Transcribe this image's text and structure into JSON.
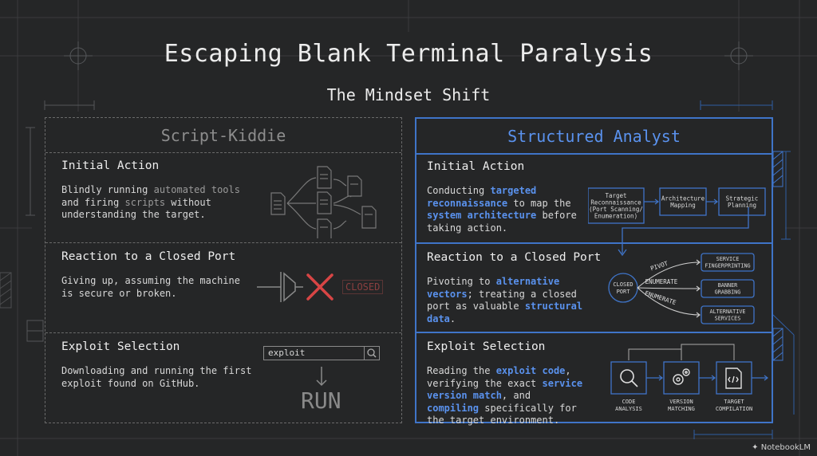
{
  "title": "Escaping Blank Terminal Paralysis",
  "subtitle": "The Mindset Shift",
  "left": {
    "heading": "Script-Kiddie",
    "sections": [
      {
        "title": "Initial Action",
        "body": [
          {
            "t": "Blindly running ",
            "h": false
          },
          {
            "t": "automated tools",
            "h": true
          },
          {
            "t": " and firing ",
            "h": false
          },
          {
            "t": "scripts",
            "h": true
          },
          {
            "t": " without understanding the target.",
            "h": false
          }
        ]
      },
      {
        "title": "Reaction to a Closed Port",
        "body": [
          {
            "t": "Giving up, assuming the machine is secure or broken.",
            "h": false
          }
        ],
        "closed_label": "CLOSED"
      },
      {
        "title": "Exploit Selection",
        "body": [
          {
            "t": "Downloading and running the first exploit found on GitHub.",
            "h": false
          }
        ],
        "search_value": "exploit",
        "run_label": "RUN"
      }
    ]
  },
  "right": {
    "heading": "Structured Analyst",
    "sections": [
      {
        "title": "Initial Action",
        "body": [
          {
            "t": "Conducting ",
            "h": false
          },
          {
            "t": "targeted reconnaissance",
            "h": true
          },
          {
            "t": " to map the ",
            "h": false
          },
          {
            "t": "system architecture",
            "h": true
          },
          {
            "t": " before taking action.",
            "h": false
          }
        ],
        "flow": [
          [
            "Target",
            "Reconnaissance",
            "(Port Scanning/",
            "Enumeration)"
          ],
          [
            "Architecture",
            "Mapping"
          ],
          [
            "Strategic",
            "Planning"
          ]
        ]
      },
      {
        "title": "Reaction to a Closed Port",
        "body": [
          {
            "t": "Pivoting to ",
            "h": false
          },
          {
            "t": "alternative vectors",
            "h": true
          },
          {
            "t": "; treating a closed port as valuable ",
            "h": false
          },
          {
            "t": "structural data",
            "h": true
          },
          {
            "t": ".",
            "h": false
          }
        ],
        "node": [
          "CLOSED",
          "PORT"
        ],
        "edges": [
          "PIVOT",
          "ENUMERATE",
          "ENUMERATE"
        ],
        "targets": [
          [
            "SERVICE",
            "FINGERPRINTING"
          ],
          [
            "BANNER",
            "GRABBING"
          ],
          [
            "ALTERNATIVE",
            "SERVICES"
          ]
        ]
      },
      {
        "title": "Exploit Selection",
        "body": [
          {
            "t": "Reading the ",
            "h": false
          },
          {
            "t": "exploit code",
            "h": true
          },
          {
            "t": ", verifying the exact ",
            "h": false
          },
          {
            "t": "service version match",
            "h": true
          },
          {
            "t": ", and ",
            "h": false
          },
          {
            "t": "compiling",
            "h": true
          },
          {
            "t": " specifically for the target environment.",
            "h": false
          }
        ],
        "steps": [
          [
            "CODE",
            "ANALYSIS"
          ],
          [
            "VERSION",
            "MATCHING"
          ],
          [
            "TARGET",
            "COMPILATION"
          ]
        ]
      }
    ]
  },
  "brand": "NotebookLM",
  "colors": {
    "accent": "#3f74c8",
    "highlight": "#5a92ee",
    "danger": "#d84545",
    "background": "#252627"
  }
}
